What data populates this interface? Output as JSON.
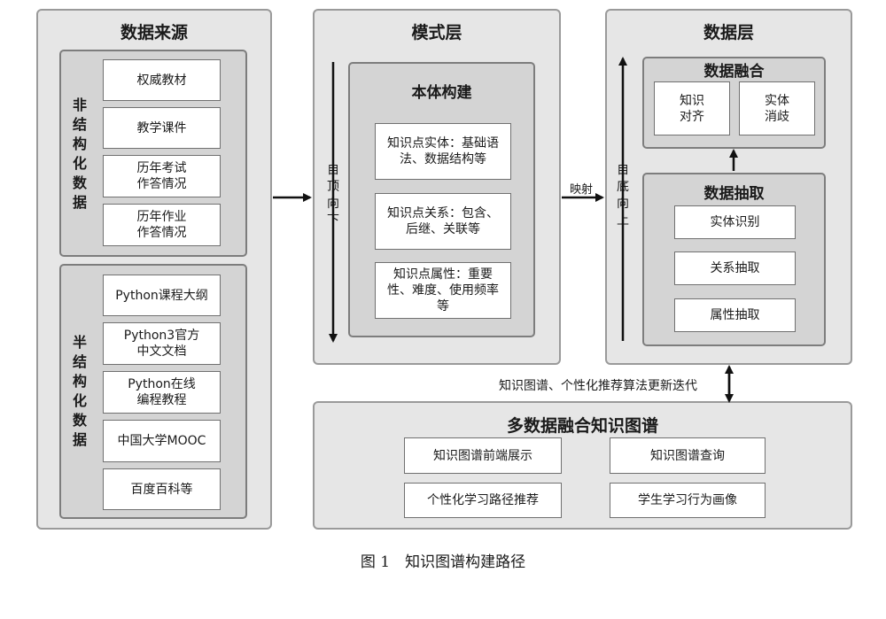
{
  "sources": {
    "title": "数据来源",
    "unstructured": {
      "label": "非结构化数据",
      "items": [
        "权威教材",
        "教学课件",
        "历年考试\n作答情况",
        "历年作业\n作答情况"
      ]
    },
    "semistructured": {
      "label": "半结构化数据",
      "items": [
        "Python课程大纲",
        "Python3官方\n中文文档",
        "Python在线\n编程教程",
        "中国大学MOOC",
        "百度百科等"
      ]
    }
  },
  "schema": {
    "title": "模式层",
    "direction": "自顶向下",
    "ontology": {
      "title": "本体构建",
      "items": [
        "知识点实体：基础语\n法、数据结构等",
        "知识点关系：包含、\n后继、关联等",
        "知识点属性：重要\n性、难度、使用频率\n等"
      ]
    }
  },
  "mapping_label": "映射",
  "datalayer": {
    "title": "数据层",
    "direction": "自底向上",
    "fusion": {
      "title": "数据融合",
      "items": [
        "知识\n对齐",
        "实体\n消歧"
      ]
    },
    "extraction": {
      "title": "数据抽取",
      "items": [
        "实体识别",
        "关系抽取",
        "属性抽取"
      ]
    }
  },
  "iteration_label": "知识图谱、个性化推荐算法更新迭代",
  "kg": {
    "title": "多数据融合知识图谱",
    "items": [
      "知识图谱前端展示",
      "知识图谱查询",
      "个性化学习路径推荐",
      "学生学习行为画像"
    ]
  },
  "caption": "图 1　知识图谱构建路径"
}
